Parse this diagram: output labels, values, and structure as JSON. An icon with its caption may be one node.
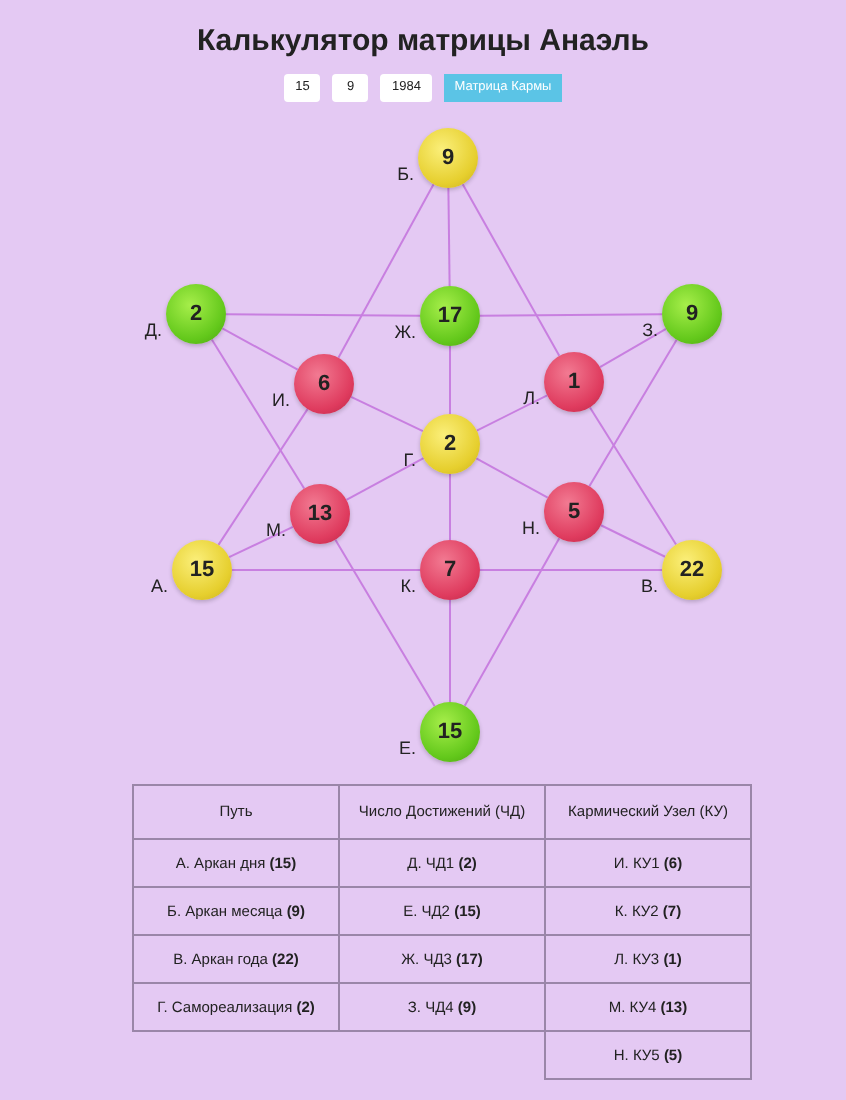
{
  "diagram": {
    "title": "Калькулятор матрицы Анаэль",
    "nodes": [
      {
        "text": [
          "9"
        ],
        "beside": [
          "Б."
        ]
      },
      {
        "text": [
          "2"
        ],
        "beside": [
          "Д."
        ]
      },
      {
        "text": [
          "17"
        ],
        "beside": [
          "Ж."
        ]
      },
      {
        "text": [
          "9"
        ],
        "beside": [
          "З."
        ]
      },
      {
        "text": [
          "6"
        ],
        "beside": [
          "И."
        ]
      },
      {
        "text": [
          "1"
        ],
        "beside": [
          "Л."
        ]
      },
      {
        "text": [
          "2"
        ],
        "beside": [
          "Г."
        ]
      },
      {
        "text": [
          "13"
        ],
        "beside": [
          "М."
        ]
      },
      {
        "text": [
          "5"
        ],
        "beside": [
          "Н."
        ]
      },
      {
        "text": [
          "15"
        ],
        "beside": [
          "А."
        ]
      },
      {
        "text": [
          "7"
        ],
        "beside": [
          "К."
        ]
      },
      {
        "text": [
          "22"
        ],
        "beside": [
          "В."
        ]
      },
      {
        "text": [
          "15"
        ],
        "beside": [
          "Е."
        ]
      }
    ],
    "edges": [
      {
        "from": 0,
        "to": 4,
        "arrow": "none"
      },
      {
        "from": 4,
        "to": 9,
        "arrow": "none"
      },
      {
        "from": 0,
        "to": 5,
        "arrow": "none"
      },
      {
        "from": 5,
        "to": 11,
        "arrow": "none"
      },
      {
        "from": 9,
        "to": 10,
        "arrow": "none"
      },
      {
        "from": 10,
        "to": 11,
        "arrow": "none"
      },
      {
        "from": 1,
        "to": 2,
        "arrow": "none"
      },
      {
        "from": 2,
        "to": 3,
        "arrow": "none"
      },
      {
        "from": 1,
        "to": 7,
        "arrow": "none"
      },
      {
        "from": 7,
        "to": 12,
        "arrow": "none"
      },
      {
        "from": 3,
        "to": 8,
        "arrow": "none"
      },
      {
        "from": 8,
        "to": 12,
        "arrow": "none"
      },
      {
        "from": 0,
        "to": 2,
        "arrow": "none"
      },
      {
        "from": 2,
        "to": 6,
        "arrow": "none"
      },
      {
        "from": 6,
        "to": 10,
        "arrow": "none"
      },
      {
        "from": 10,
        "to": 12,
        "arrow": "none"
      },
      {
        "from": 1,
        "to": 4,
        "arrow": "none"
      },
      {
        "from": 4,
        "to": 6,
        "arrow": "none"
      },
      {
        "from": 6,
        "to": 8,
        "arrow": "none"
      },
      {
        "from": 8,
        "to": 11,
        "arrow": "none"
      },
      {
        "from": 3,
        "to": 5,
        "arrow": "none"
      },
      {
        "from": 5,
        "to": 6,
        "arrow": "none"
      },
      {
        "from": 6,
        "to": 7,
        "arrow": "none"
      },
      {
        "from": 7,
        "to": 9,
        "arrow": "none"
      }
    ],
    "labels": [
      "15",
      "9",
      "1984",
      "Матрица Кармы",
      "Путь",
      "Число Достижений (ЧД)",
      "Кармический Узел (КУ)",
      "А. Аркан дня **(15)**",
      "Д. ЧД1 **(2)**",
      "И. КУ1 **(6)**",
      "Б. Аркан месяца **(9)**",
      "Е. ЧД2 **(15)**",
      "К. КУ2 **(7)**",
      "В. Аркан года **(22)**",
      "Ж. ЧД3 **(17)**",
      "Л. КУ3 **(1)**",
      "Г. Самореализация **(2)**",
      "З. ЧД4 **(9)**",
      "М. КУ4 **(13)**",
      "Н. КУ5 **(5)**"
    ]
  }
}
